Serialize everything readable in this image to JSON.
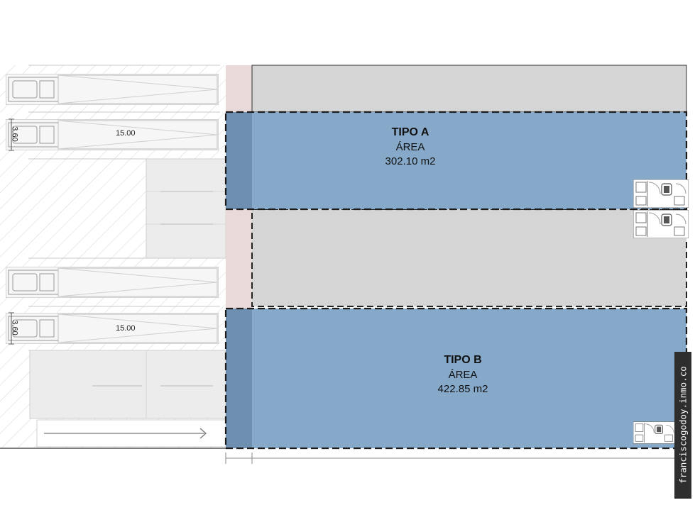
{
  "units": [
    {
      "id": "tipo-a",
      "name": "TIPO A",
      "area_label": "ÁREA",
      "area_value": "302.10 m2"
    },
    {
      "id": "tipo-b",
      "name": "TIPO B",
      "area_label": "ÁREA",
      "area_value": "422.85 m2"
    }
  ],
  "dimensions": {
    "truck_length_top": "15.00",
    "truck_length_bottom": "15.00",
    "truck_width_top": "3.60",
    "truck_width_bottom": "3.60"
  },
  "watermark": "franciscogodoy.inmo.co",
  "colors": {
    "unit_fill": "#86a9c9",
    "unit_band": "#6f8fb0",
    "empty_unit_fill": "#d5d5d5",
    "corridor": "#ead9d9",
    "watermark_bg": "#2e2e2e"
  }
}
